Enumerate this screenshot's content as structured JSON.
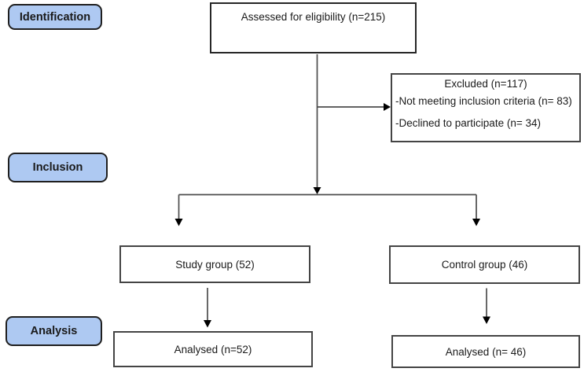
{
  "figure": {
    "stages": [
      {
        "label": "Identification"
      },
      {
        "label": "Inclusion"
      },
      {
        "label": "Analysis"
      }
    ],
    "boxes": {
      "assessed": {
        "text": "Assessed for eligibility (n=215)"
      },
      "excluded": {
        "title": "Excluded (n=117)",
        "items": [
          "-Not meeting inclusion criteria (n= 83)",
          "-Declined to participate (n= 34)"
        ]
      },
      "study_group": {
        "text": "Study group (52)"
      },
      "control_group": {
        "text": "Control group (46)"
      },
      "analysed_study": {
        "text": "Analysed (n=52)"
      },
      "analysed_control": {
        "text": "Analysed (n= 46)"
      }
    },
    "colors": {
      "stage_fill": "#aec9f2",
      "stage_border": "#1f1f1f",
      "box_fill": "#ffffff",
      "box_border": "#444444",
      "line": "#4d4d4d",
      "arrowhead": "#000000",
      "text": "#1a1a1a"
    }
  }
}
